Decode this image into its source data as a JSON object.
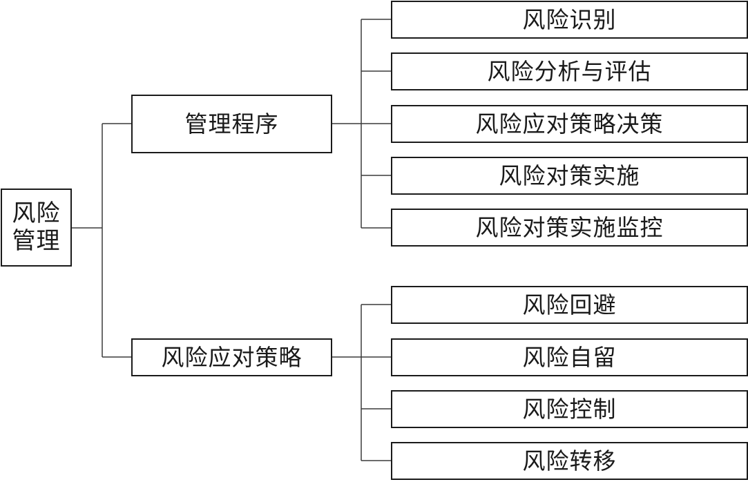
{
  "root": {
    "line1": "风险",
    "line2": "管理"
  },
  "branches": [
    {
      "label": "管理程序",
      "children": [
        "风险识别",
        "风险分析与评估",
        "风险应对策略决策",
        "风险对策实施",
        "风险对策实施监控"
      ]
    },
    {
      "label": "风险应对策略",
      "children": [
        "风险回避",
        "风险自留",
        "风险控制",
        "风险转移"
      ]
    }
  ]
}
